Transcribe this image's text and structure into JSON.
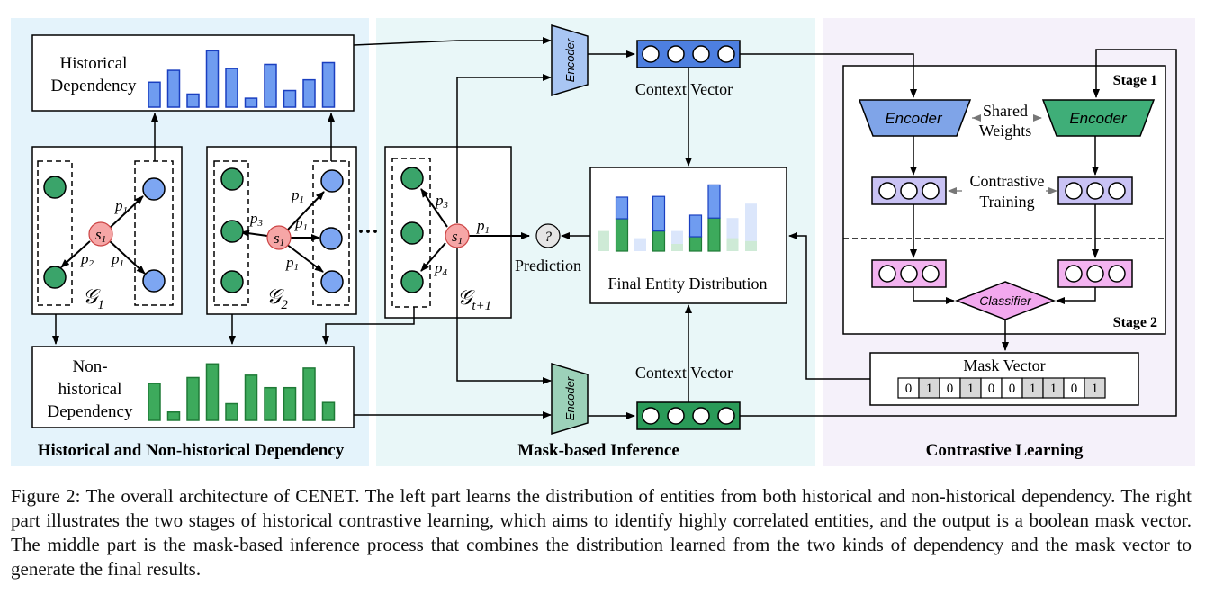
{
  "panels": {
    "left_title": "Historical and Non-historical Dependency",
    "middle_title": "Mask-based Inference",
    "right_title": "Contrastive Learning"
  },
  "left": {
    "historical_line1": "Historical",
    "historical_line2": "Dependency",
    "nonhistorical_line1": "Non-",
    "nonhistorical_line2": "historical",
    "nonhistorical_line3": "Dependency",
    "graph1_label": "𝒢",
    "graph1_sub": "1",
    "graph2_label": "𝒢",
    "graph2_sub": "2",
    "graph3_label": "𝒢",
    "graph3_sub": "t+1",
    "subject": "s",
    "subject_sub": "1",
    "p": "p",
    "sub1": "1",
    "sub2": "2",
    "sub3": "3",
    "sub4": "4",
    "ellipsis": "···",
    "historical_bars": [
      0.42,
      0.62,
      0.22,
      0.95,
      0.65,
      0.15,
      0.72,
      0.28,
      0.46,
      0.75
    ],
    "nonhistorical_bars": [
      0.62,
      0.14,
      0.72,
      0.95,
      0.28,
      0.76,
      0.55,
      0.55,
      0.88,
      0.3
    ]
  },
  "middle": {
    "encoder": "Encoder",
    "context_top": "Context Vector",
    "context_bottom": "Context Vector",
    "prediction": "Prediction",
    "question": "?",
    "final_dist": "Final Entity Distribution",
    "final_bars": [
      {
        "green": 0.28,
        "blue": 0,
        "faint": true
      },
      {
        "green": 0.45,
        "blue": 0.3,
        "faint": false
      },
      {
        "green": 0,
        "blue": 0.18,
        "faint": true
      },
      {
        "green": 0.28,
        "blue": 0.48,
        "faint": false
      },
      {
        "green": 0.1,
        "blue": 0.18,
        "faint": true
      },
      {
        "green": 0.2,
        "blue": 0.3,
        "faint": false
      },
      {
        "green": 0.46,
        "blue": 0.46,
        "faint": false
      },
      {
        "green": 0.18,
        "blue": 0.28,
        "faint": true
      },
      {
        "green": 0.14,
        "blue": 0.52,
        "faint": true
      }
    ]
  },
  "right": {
    "stage1": "Stage 1",
    "stage2": "Stage 2",
    "encoder_left": "Encoder",
    "encoder_right": "Encoder",
    "shared1": "Shared",
    "shared2": "Weights",
    "contrastive1": "Contrastive",
    "contrastive2": "Training",
    "classifier": "Classifier",
    "mask_vector": "Mask Vector",
    "mask_bits": [
      "0",
      "1",
      "0",
      "1",
      "0",
      "0",
      "1",
      "1",
      "0",
      "1"
    ]
  },
  "colors": {
    "left_panel_bg": "#e4f3fb",
    "middle_panel_bg": "#e9f7f8",
    "right_panel_bg": "#f5f1fa",
    "blue": "#6f9cf0",
    "blue_dark": "#1a3fc0",
    "green": "#3daa5c",
    "green_dark": "#1e7a36",
    "node_green": "#3aa46a",
    "node_blue": "#7da6f2",
    "subject": "#f6a6a6",
    "encoder_blue": "#7fa4e8",
    "encoder_green": "#3fae78",
    "purple_vec": "#c9c2f4",
    "pink_vec": "#f3b3f0",
    "classifier": "#f2a8ee",
    "context_vec": "#4d7fe0",
    "context_vec_green": "#2a9a58"
  },
  "caption": "Figure 2: The overall architecture of CENET. The left part learns the distribution of entities from both historical and non-historical dependency. The right part illustrates the two stages of historical contrastive learning, which aims to identify highly correlated entities, and the output is a boolean mask vector. The middle part is the mask-based inference process that combines the distribution learned from the two kinds of dependency and the mask vector to generate the final results."
}
